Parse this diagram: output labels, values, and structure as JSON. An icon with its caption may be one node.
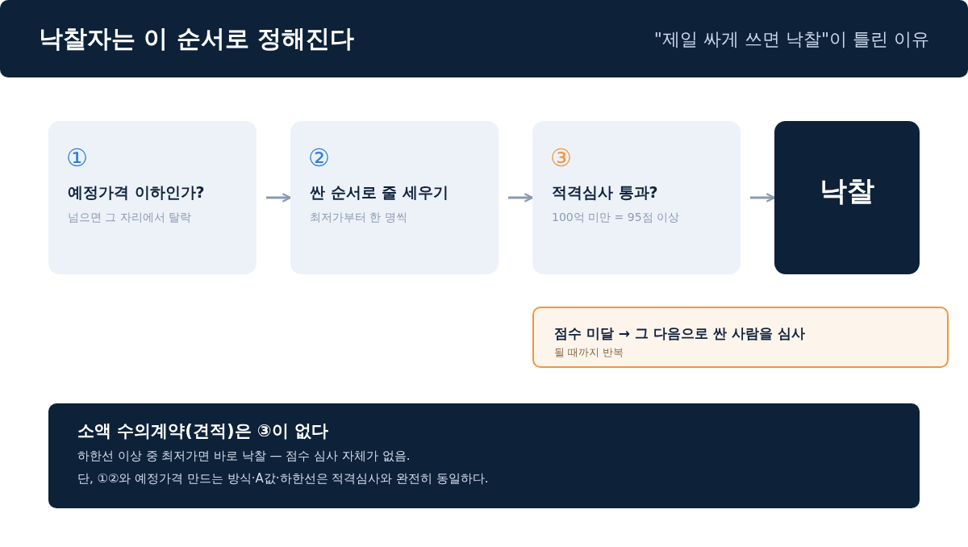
{
  "diagram": {
    "title": "낙찰자는 이 순서로 정해진다",
    "nodes": [
      {
        "text": [
          "①",
          "예정가격 이하인가?",
          "넘으면 그 자리에서 탈락"
        ]
      },
      {
        "text": [
          "②",
          "싼 순서로 줄 세우기",
          "최저가부터 한 명씩"
        ]
      },
      {
        "text": [
          "③",
          "적격심사 통과?",
          "100억 미만 = 95점 이상"
        ]
      },
      {
        "text": [
          "낙찰"
        ]
      },
      {
        "text": [
          "점수 미달 → 그 다음으로 싼 사람을 심사",
          "될 때까지 반복"
        ]
      },
      {
        "text": [
          "소액 수의계약(견적)은 ③이 없다",
          "하한선 이상 중 최저가면 바로 낙찰 — 점수 심사 자체가 없음.",
          "단, ①②와 예정가격 만드는 방식·A값·하한선은 적격심사와 완전히 동일하다."
        ]
      }
    ],
    "edges": [
      {
        "from": 0,
        "to": 1,
        "arrow": "to"
      },
      {
        "from": 1,
        "to": 2,
        "arrow": "to"
      },
      {
        "from": 2,
        "to": 3,
        "arrow": "to"
      }
    ],
    "labels": [
      "\"제일 싸게 쓰면 낙찰\"이 틀린 이유"
    ]
  }
}
